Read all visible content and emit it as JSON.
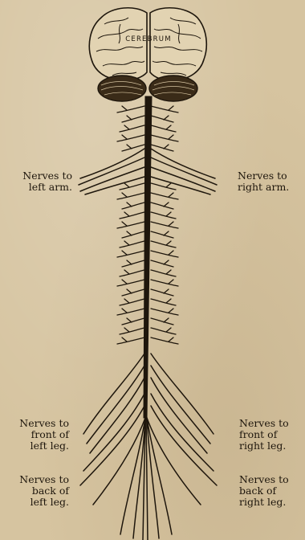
{
  "diagram": {
    "brain_label": "CEREBRUM",
    "labels": {
      "left_arm": "Nerves to\nleft arm.",
      "right_arm": "Nerves to\nright arm.",
      "front_left_leg": "Nerves to\nfront of\nleft leg.",
      "front_right_leg": "Nerves to\nfront of\nright leg.",
      "back_left_leg": "Nerves to\nback of\nleft leg.",
      "back_right_leg": "Nerves to\nback of\nright leg."
    },
    "colors": {
      "background": "#d6c4a0",
      "ink": "#1e160c"
    }
  }
}
